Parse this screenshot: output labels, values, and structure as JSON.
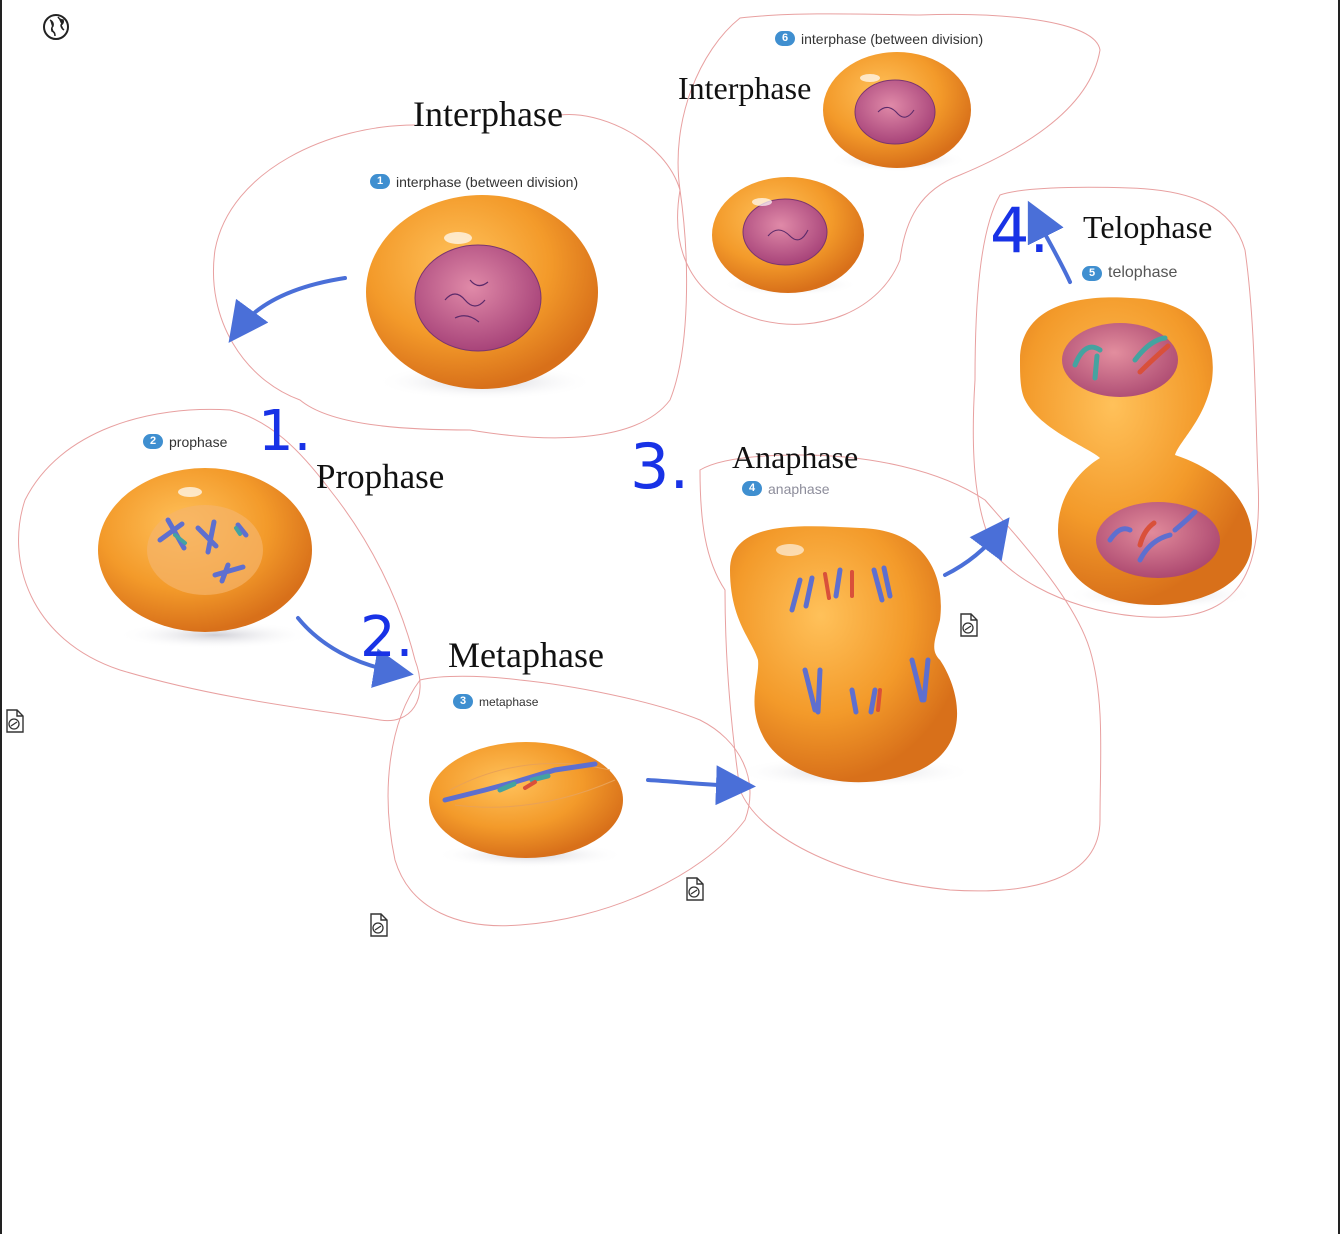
{
  "stages": {
    "interphase_main": {
      "title": "Interphase",
      "caption": "interphase (between division)",
      "number": "1"
    },
    "prophase": {
      "title": "Prophase",
      "caption": "prophase",
      "number": "2",
      "handwritten": "1."
    },
    "metaphase": {
      "title": "Metaphase",
      "caption": "metaphase",
      "number": "3",
      "handwritten": "2."
    },
    "anaphase": {
      "title": "Anaphase",
      "caption": "anaphase",
      "number": "4",
      "handwritten": "3."
    },
    "telophase": {
      "title": "Telophase",
      "caption": "telophase",
      "number": "5",
      "handwritten": "4."
    },
    "interphase_daughters": {
      "title": "Interphase",
      "caption": "interphase (between division)",
      "number": "6"
    }
  },
  "colors": {
    "cell_fill": "#f39a2a",
    "cell_dark": "#e0781a",
    "nucleus": "#c9577a",
    "arrow": "#4a6fd8",
    "outline": "#e8a0a0",
    "handwriting": "#1832e6",
    "badge": "#3f8fd0"
  },
  "icons": [
    "globe-icon",
    "document-icon"
  ]
}
